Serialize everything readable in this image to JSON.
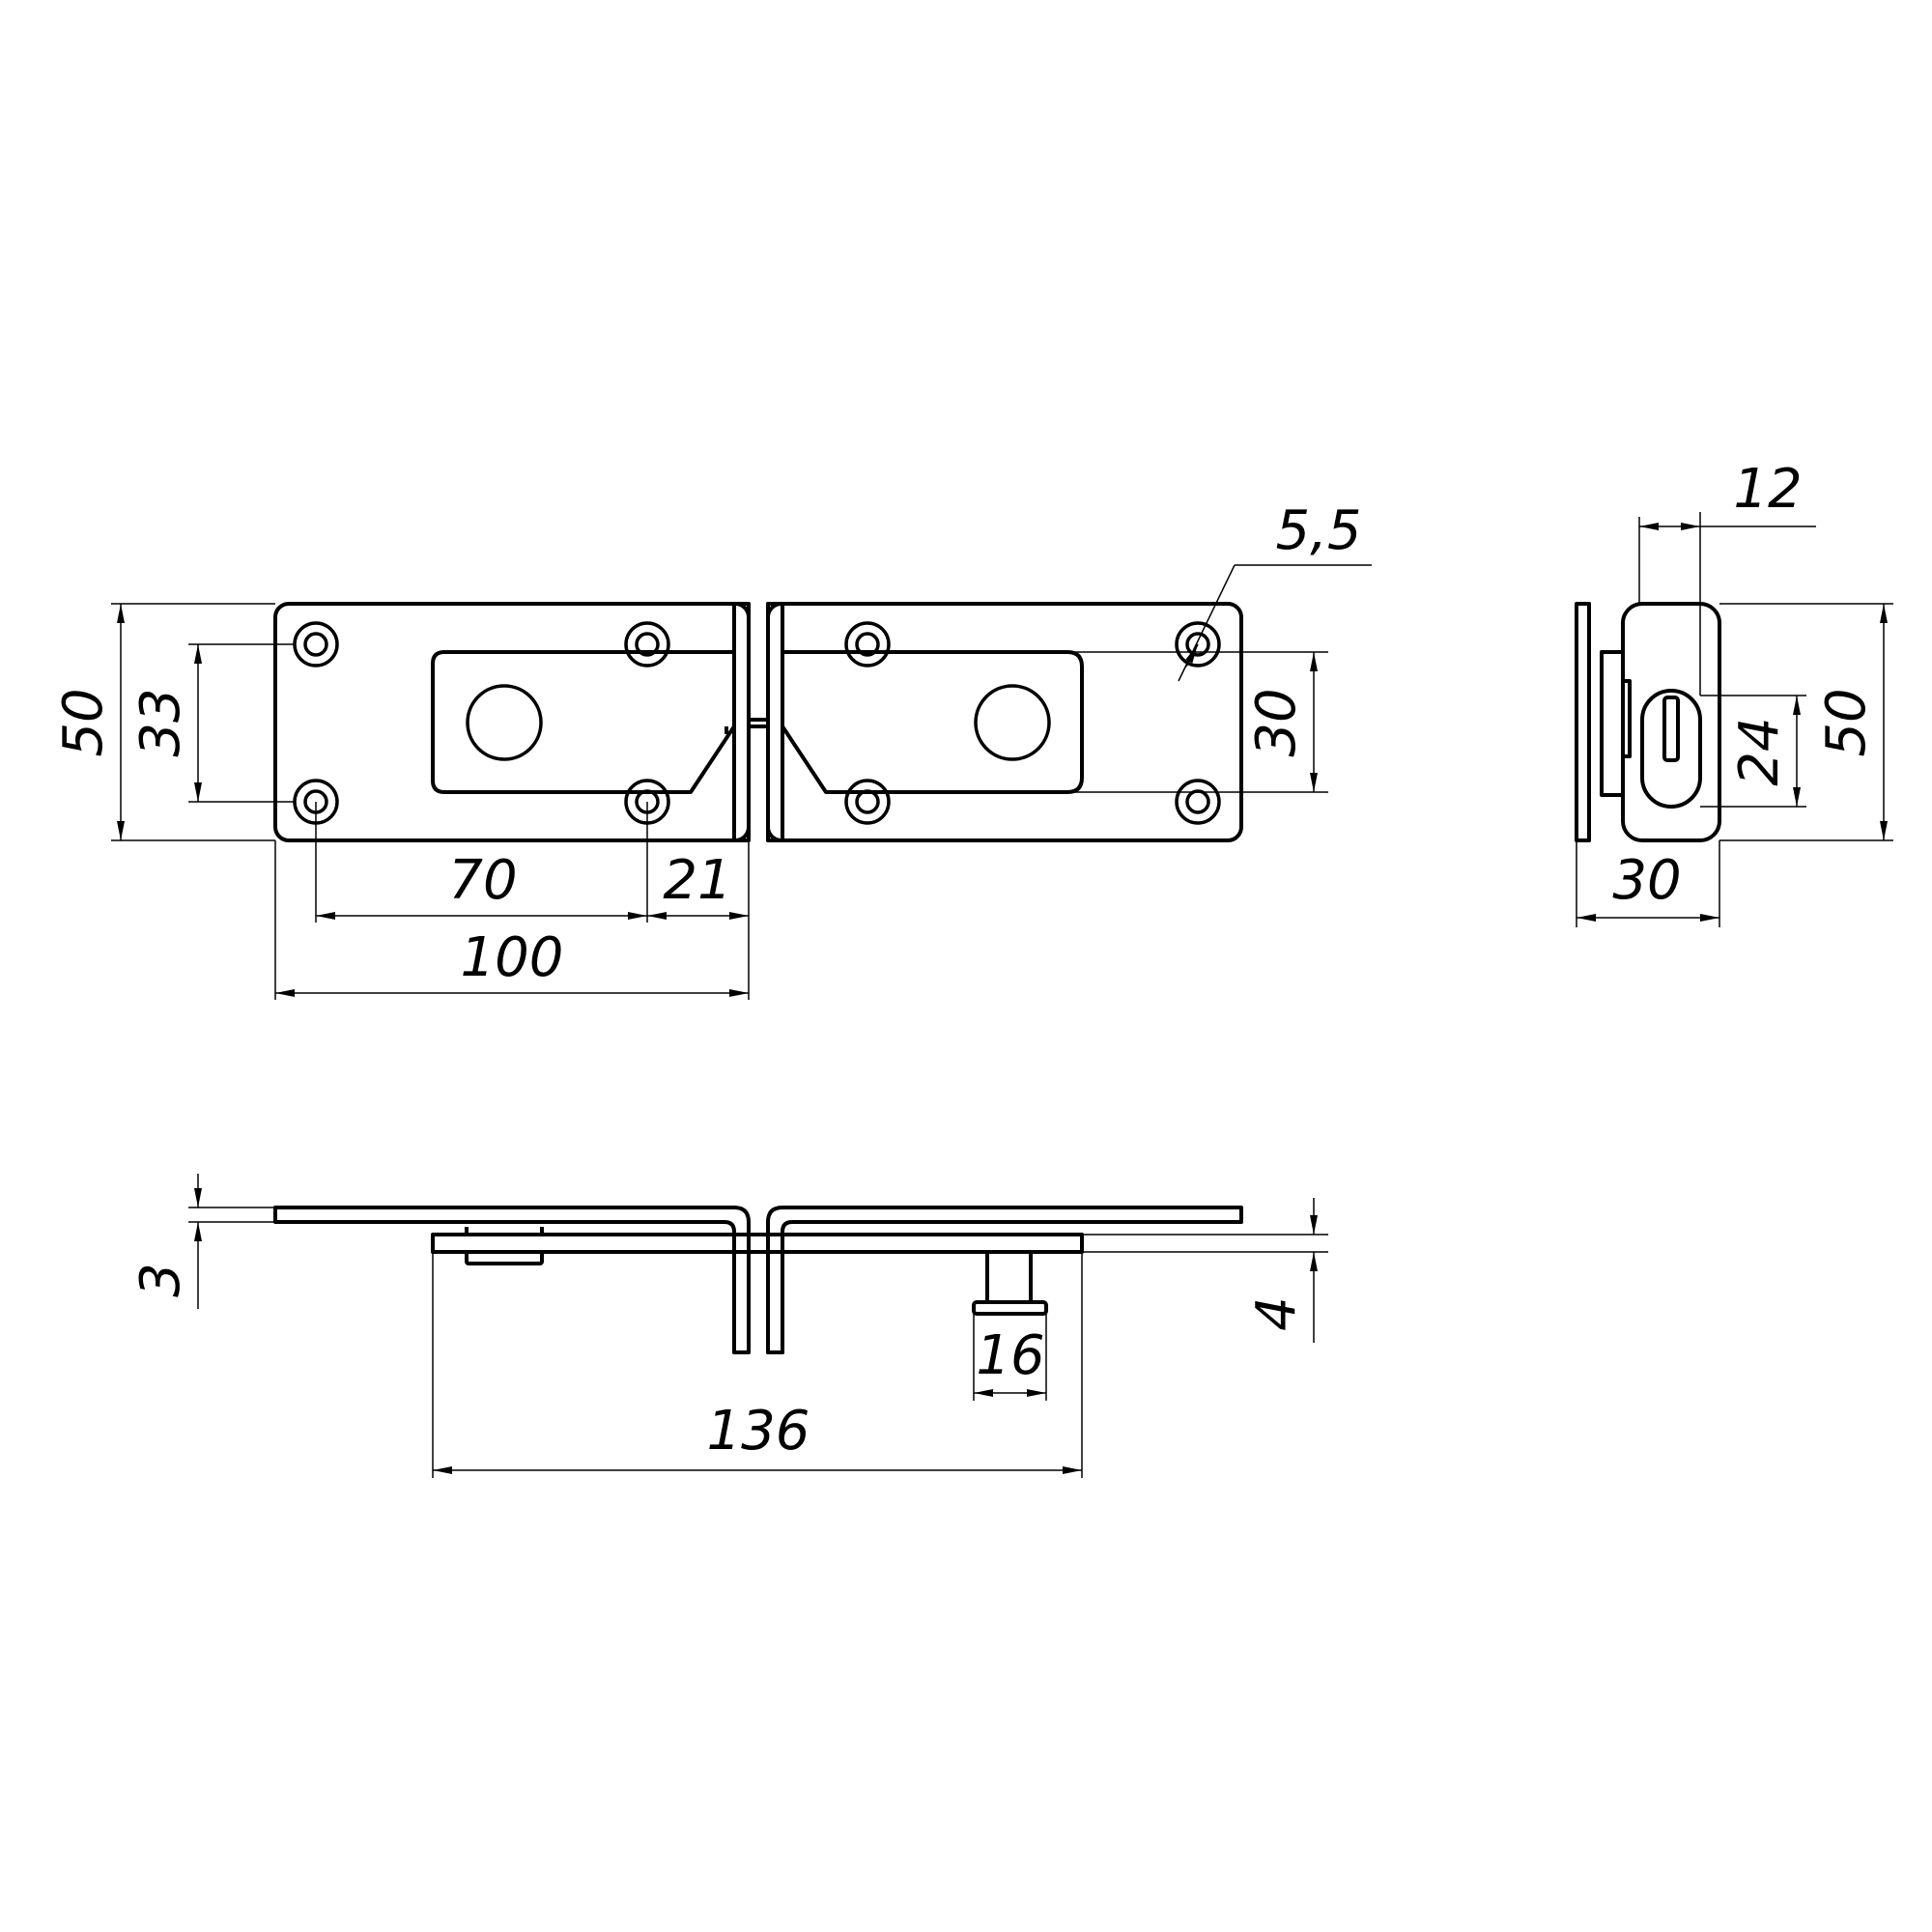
{
  "dimensions": {
    "front_height": "50",
    "hole_pitch_vertical": "33",
    "slot_width": "30",
    "hole_diameter": "5,5",
    "hole_spacing": "70",
    "hinge_offset": "21",
    "plate_length": "100",
    "side_top_offset": "12",
    "side_slot_height": "24",
    "side_height": "50",
    "side_width": "30",
    "plate_thickness": "3",
    "pin_height": "4",
    "pin_width": "16",
    "hasp_length": "136"
  }
}
